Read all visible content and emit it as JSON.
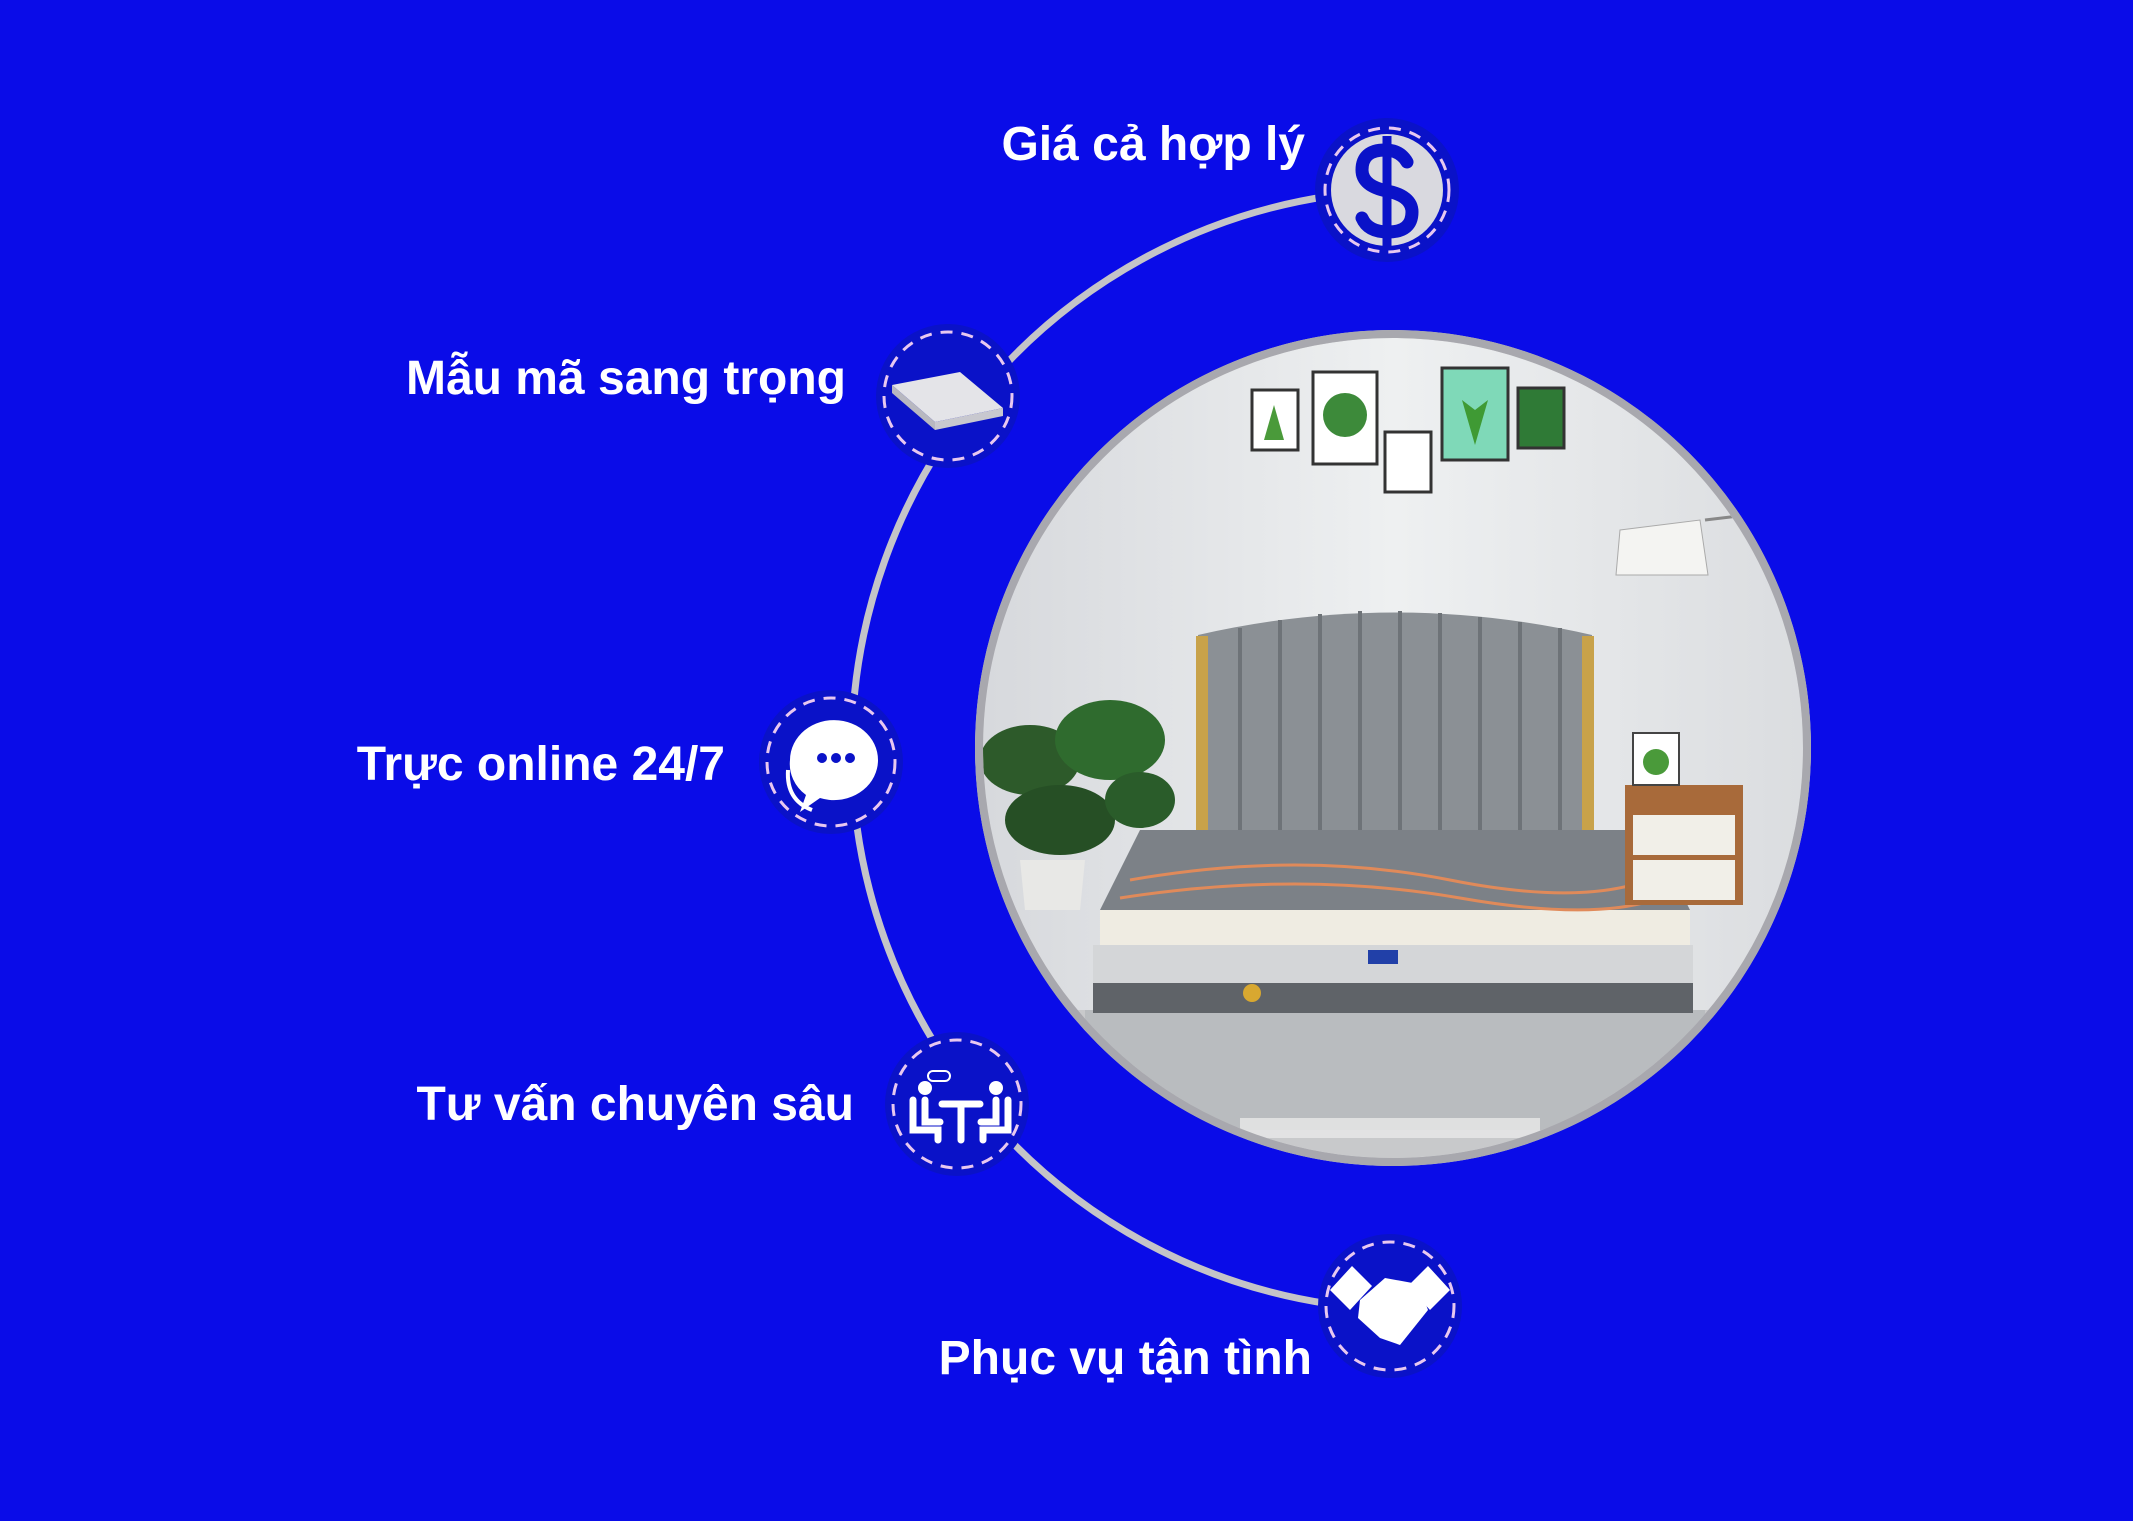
{
  "colors": {
    "background": "#0a0ce8",
    "icon_fill": "#0a0ce8",
    "accent_light": "#d9d9df",
    "ring": "#b8b8c0"
  },
  "features": [
    {
      "label": "Giá cả hợp lý",
      "icon": "dollar-icon"
    },
    {
      "label": "Mẫu mã sang trọng",
      "icon": "mattress-icon"
    },
    {
      "label": "Trực online 24/7",
      "icon": "chat-bubble-icon"
    },
    {
      "label": "Tư vấn chuyên sâu",
      "icon": "consultation-icon"
    },
    {
      "label": "Phục vụ tận tình",
      "icon": "handshake-icon"
    }
  ]
}
